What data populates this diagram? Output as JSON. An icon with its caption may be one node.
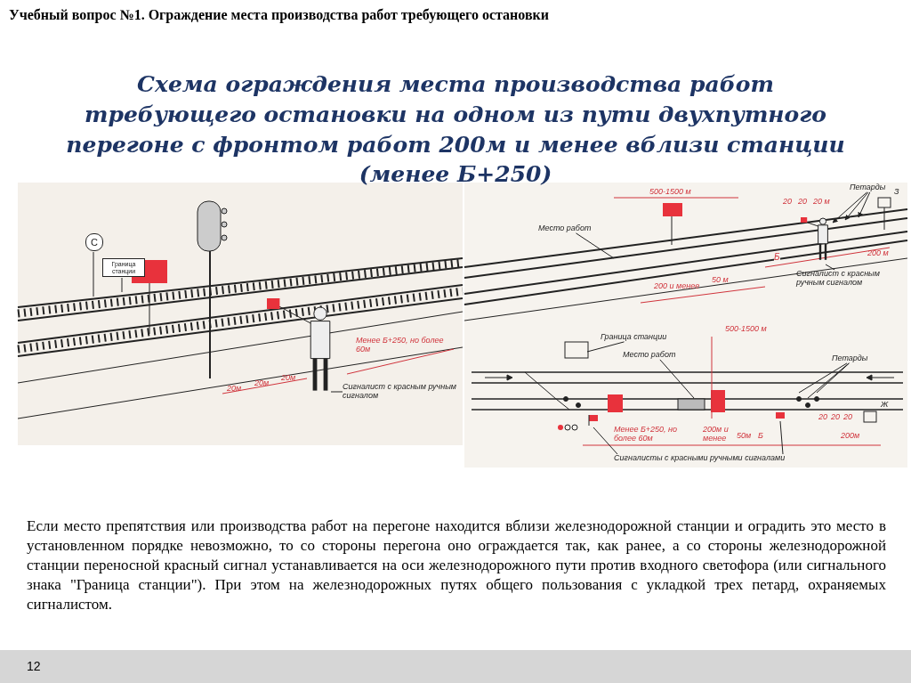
{
  "diagram": {
    "title": "Схема ограждения места производства работ требующего остановки на одном  из пути двухпутного перегоне с фронтом  работ 200м и менее вблизи станции (менее Б+250)",
    "nodes": [
      {
        "text": [
          "С"
        ]
      },
      {
        "text": [
          "Граница станции"
        ]
      },
      {
        "text": [
          "Сигналист с красным ручным сигналом"
        ]
      },
      {
        "text": [
          "Место работ"
        ]
      },
      {
        "text": [
          "Петарды"
        ]
      },
      {
        "text": [
          "Сигналист с красным ручным сигналом"
        ]
      },
      {
        "text": [
          "Граница станции"
        ]
      },
      {
        "text": [
          "Место работ"
        ]
      },
      {
        "text": [
          "Петарды"
        ]
      },
      {
        "text": [
          "Сигналисты с красными ручными сигналами"
        ]
      }
    ],
    "edges": [
      {
        "from": 2,
        "to": null,
        "arrow": "none"
      },
      {
        "from": 3,
        "to": null,
        "arrow": "none"
      },
      {
        "from": 4,
        "to": null,
        "arrow": "to"
      },
      {
        "from": 4,
        "to": null,
        "arrow": "to"
      },
      {
        "from": 4,
        "to": null,
        "arrow": "to"
      },
      {
        "from": 5,
        "to": null,
        "arrow": "none"
      },
      {
        "from": 6,
        "to": null,
        "arrow": "none"
      },
      {
        "from": 7,
        "to": null,
        "arrow": "none"
      },
      {
        "from": 8,
        "to": null,
        "arrow": "none"
      },
      {
        "from": 8,
        "to": null,
        "arrow": "none"
      },
      {
        "from": 8,
        "to": null,
        "arrow": "none"
      },
      {
        "from": 9,
        "to": null,
        "arrow": "none"
      },
      {
        "from": 9,
        "to": null,
        "arrow": "none"
      }
    ],
    "labels": [
      "Учебный вопрос №1. Ограждение места производства работ требующего остановки",
      "20м",
      "20м",
      "20м",
      "Менее Б+250, но более 60м",
      "500-1500 м",
      "20",
      "20",
      "20 м",
      "З",
      "Б",
      "200 м",
      "200 и менее",
      "50 м",
      "500-1500 м",
      "Ж",
      "20",
      "20",
      "20",
      "Менее Б+250, но более 60м",
      "200м и менее",
      "50м",
      "Б",
      "200м",
      "Если место препятствия или производства работ на перегоне находится вблизи железнодорожной станции и оградить это место в установленном порядке невозможно, то со стороны перегона оно ограждается так, как ранее, а со стороны железнодорожной станции переносной красный сигнал устанавливается на оси железнодорожного пути против входного светофора (или сигнального знака \"Граница станции\"). При этом на железнодорожных путях общего пользования с укладкой трех петард, охраняемых сигналистом.",
      "12"
    ]
  }
}
